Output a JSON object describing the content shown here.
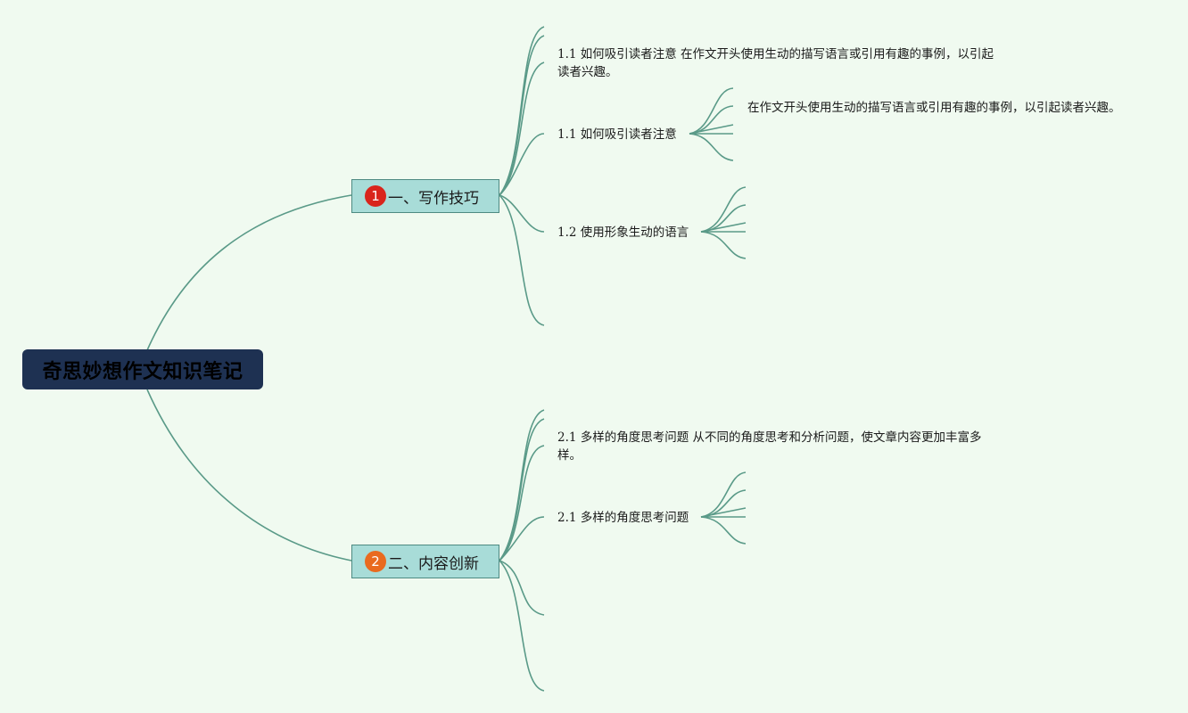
{
  "root": {
    "label": "奇思妙想作文知识笔记"
  },
  "branches": [
    {
      "badge": "1",
      "badge_color": "#d9251c",
      "label": "一、写作技巧",
      "items": [
        {
          "label": "1.1 如何吸引读者注意 在作文开头使用生动的描写语言或引用有趣的事例，以引起读者兴趣。"
        },
        {
          "label": "1.1 如何吸引读者注意",
          "detail": "在作文开头使用生动的描写语言或引用有趣的事例，以引起读者兴趣。"
        },
        {
          "label": "1.2 使用形象生动的语言"
        }
      ]
    },
    {
      "badge": "2",
      "badge_color": "#e96a1f",
      "label": "二、内容创新",
      "items": [
        {
          "label": "2.1 多样的角度思考问题 从不同的角度思考和分析问题，使文章内容更加丰富多样。"
        },
        {
          "label": "2.1 多样的角度思考问题"
        }
      ]
    }
  ],
  "colors": {
    "background": "#f0faf0",
    "root_fill": "#1e3152",
    "branch_fill": "#a8dcd8",
    "connector": "#5a9a88"
  }
}
